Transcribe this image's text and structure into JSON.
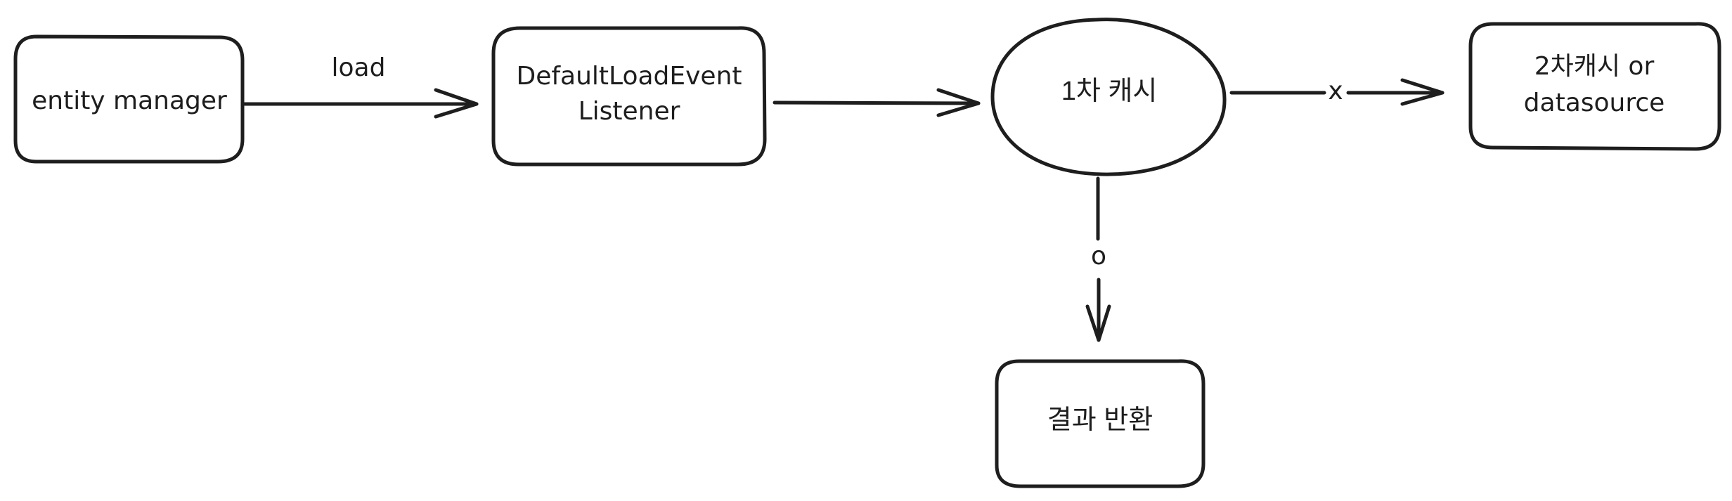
{
  "nodes": {
    "entity_manager": "entity manager",
    "listener_line1": "DefaultLoadEvent",
    "listener_line2": "Listener",
    "first_level_cache": "1차 캐시",
    "second_level_line1": "2차캐시 or",
    "second_level_line2": "datasource",
    "result": "결과 반환"
  },
  "edges": {
    "load": "load",
    "miss": "x",
    "hit": "o"
  }
}
